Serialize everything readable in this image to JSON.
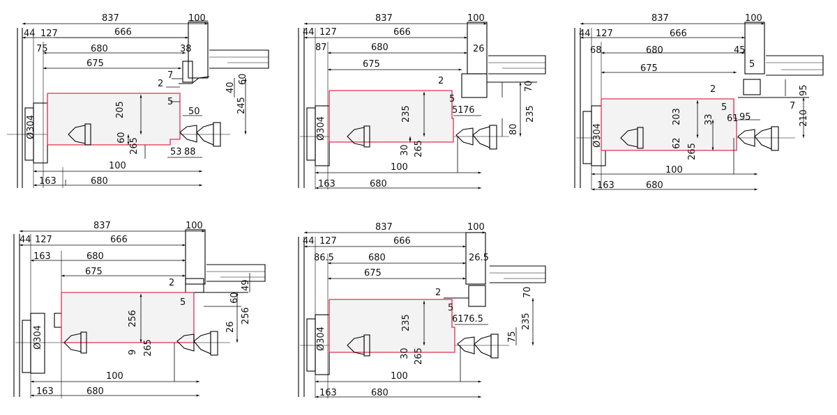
{
  "figure": "Tool interference / working envelope layout drawings",
  "diagrams": [
    {
      "id": "d1",
      "dims": {
        "total": "837",
        "right": "100",
        "left_a": "44",
        "left_b": "127",
        "span": "666",
        "off": "75",
        "travel": "680",
        "r1": "38",
        "reach": "675",
        "g7": "7",
        "g2": "2",
        "g5": "5",
        "h205": "205",
        "h245": "245",
        "h40": "40",
        "h60": "60",
        "w50": "50",
        "v60": "60",
        "v265": "265",
        "w53": "53",
        "w88": "88",
        "b100": "100",
        "b163": "163",
        "b680": "680",
        "chuck": "Ø304"
      }
    },
    {
      "id": "d2",
      "dims": {
        "total": "837",
        "right": "100",
        "left_a": "44",
        "left_b": "127",
        "span": "666",
        "off": "87",
        "travel": "680",
        "r1": "26",
        "reach": "675",
        "g2": "2",
        "g5": "5",
        "h235": "235",
        "h70": "70",
        "w51": "51",
        "w76": "76",
        "v235": "235",
        "v80": "80",
        "v30": "30",
        "v265": "265",
        "b100": "100",
        "b163": "163",
        "b680": "680",
        "chuck": "Ø304"
      }
    },
    {
      "id": "d3",
      "dims": {
        "total": "837",
        "right": "100",
        "left_a": "44",
        "left_b": "127",
        "span": "666",
        "off": "68",
        "travel": "680",
        "r1": "45",
        "reach": "675",
        "g5a": "5",
        "g2": "2",
        "g5": "5",
        "h95": "95",
        "h7": "7",
        "h203": "203",
        "h33": "33",
        "w61": "61",
        "w95": "95",
        "v210": "210",
        "v62": "62",
        "v265": "265",
        "b100": "100",
        "b163": "163",
        "b680": "680",
        "chuck": "Ø304"
      }
    },
    {
      "id": "d4",
      "dims": {
        "total": "837",
        "right": "100",
        "left_a": "44",
        "left_b": "127",
        "span": "666",
        "off": "163",
        "travel": "680",
        "reach": "675",
        "g2": "2",
        "g5": "5",
        "h49": "49",
        "h60": "60",
        "h256": "256",
        "v256": "256",
        "w26": "26",
        "v9": "9",
        "v265": "265",
        "b100": "100",
        "b163": "163",
        "b680": "680",
        "chuck": "Ø304"
      }
    },
    {
      "id": "d5",
      "dims": {
        "total": "837",
        "right": "100",
        "left_a": "44",
        "left_b": "127",
        "span": "666",
        "off": "86.5",
        "travel": "680",
        "r1": "26.5",
        "reach": "675",
        "g2": "2",
        "g5": "5",
        "h70": "70",
        "w61": "61",
        "w765": "76.5",
        "v235": "235",
        "h235": "235",
        "v75": "75",
        "v30": "30",
        "v265": "265",
        "b100": "100",
        "b163": "163",
        "b680": "680",
        "chuck": "Ø304"
      }
    }
  ]
}
